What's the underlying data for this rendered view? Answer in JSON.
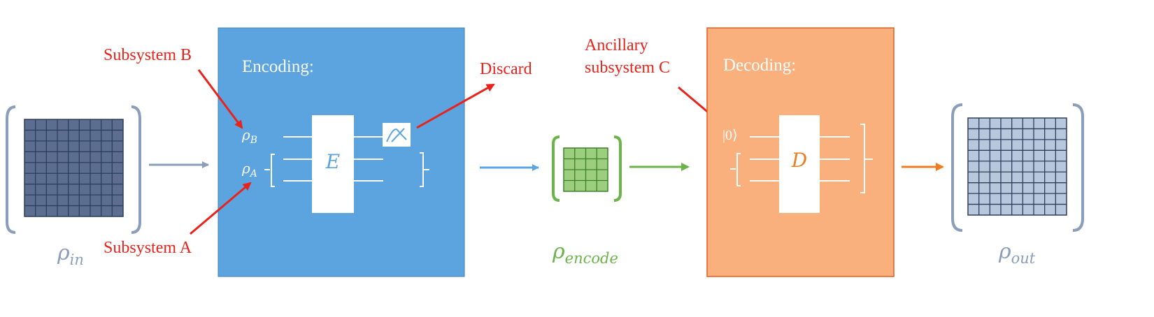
{
  "labels": {
    "subsystem_b": "Subsystem B",
    "subsystem_a": "Subsystem A",
    "discard": "Discard",
    "ancillary_line1": "Ancillary",
    "ancillary_line2": "subsystem C",
    "encoding_title": "Encoding:",
    "decoding_title": "Decoding:"
  },
  "symbols": {
    "rho_in_base": "ρ",
    "rho_in_sub": "in",
    "rho_encode_base": "ρ",
    "rho_encode_sub": "encode",
    "rho_out_base": "ρ",
    "rho_out_sub": "out",
    "rho_b_base": "ρ",
    "rho_b_sub": "B",
    "rho_a_base": "ρ",
    "rho_a_sub": "A",
    "gate_e": "E",
    "gate_d": "D",
    "ket_zero": "|0⟩"
  },
  "matrices": {
    "input_size": 9,
    "encoded_size": 4,
    "output_size": 9
  },
  "colors": {
    "annotation_red": "#e8231b",
    "encoding_blue": "#5ba4df",
    "decoding_orange": "#f9b07d",
    "decoding_border": "#e55d21",
    "rho_in_gray": "#8a9dba",
    "encode_green": "#6ab44a",
    "output_cells": "#b7c8dd",
    "input_cells": "#5b6e91",
    "orange_text": "#ee7d21"
  }
}
